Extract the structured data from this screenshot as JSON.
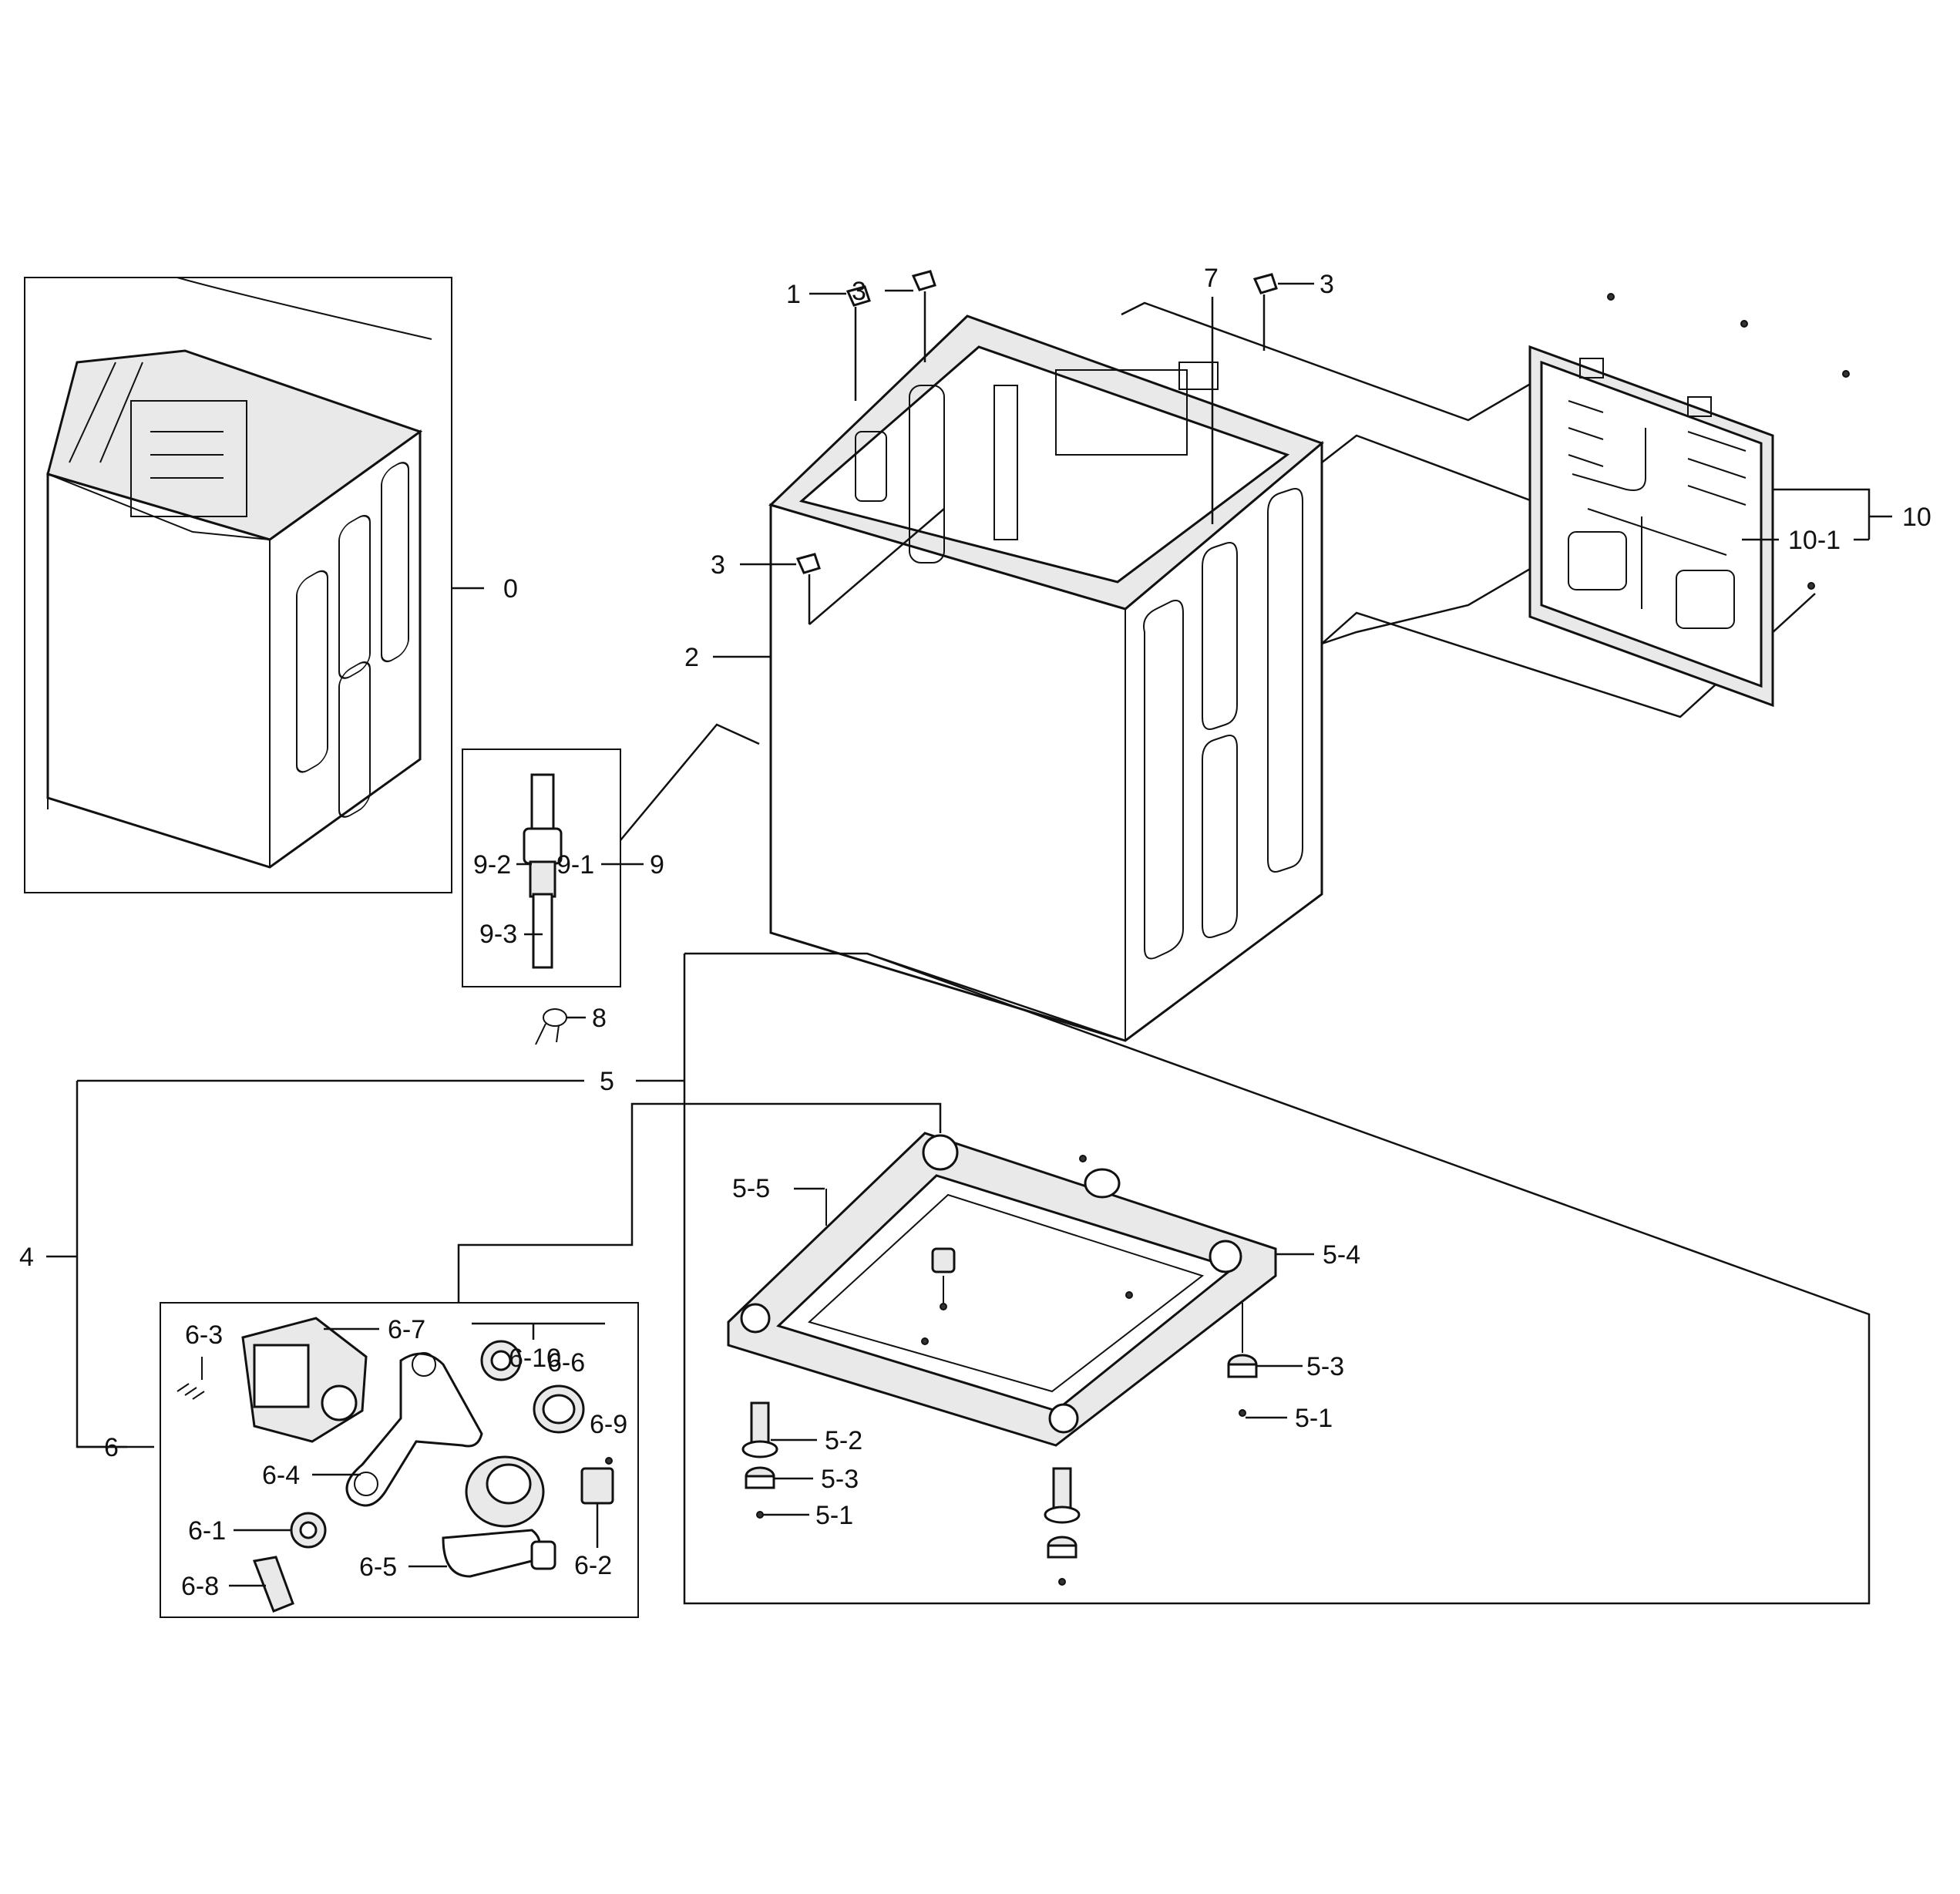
{
  "labels": {
    "l_0": "0",
    "l_1": "1",
    "l_2": "2",
    "l_3a": "3",
    "l_3b": "3",
    "l_3c": "3",
    "l_4": "4",
    "l_5": "5",
    "l_5_1a": "5-1",
    "l_5_1b": "5-1",
    "l_5_2": "5-2",
    "l_5_3a": "5-3",
    "l_5_3b": "5-3",
    "l_5_4": "5-4",
    "l_5_5": "5-5",
    "l_6": "6",
    "l_6_1": "6-1",
    "l_6_2": "6-2",
    "l_6_3": "6-3",
    "l_6_4": "6-4",
    "l_6_5": "6-5",
    "l_6_6": "6-6",
    "l_6_7": "6-7",
    "l_6_8": "6-8",
    "l_6_9": "6-9",
    "l_6_10": "6-10",
    "l_7": "7",
    "l_8": "8",
    "l_9": "9",
    "l_9_1": "9-1",
    "l_9_2": "9-2",
    "l_9_3": "9-3",
    "l_10": "10",
    "l_10_1": "10-1"
  }
}
